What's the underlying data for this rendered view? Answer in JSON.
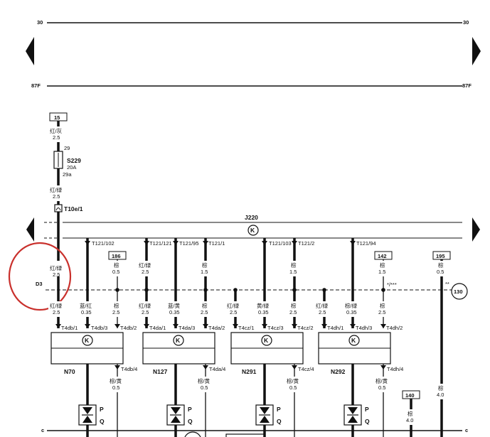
{
  "rails": {
    "top_left": "30",
    "top_right": "30",
    "mid_left": "87F",
    "mid_right": "87F",
    "bottom_left": "c",
    "bottom_right": "c"
  },
  "terminal_15": "15",
  "feed": {
    "w1_color": "红/灰",
    "w1_size": "2.5",
    "fuse_pin_in": "29",
    "fuse_label": "S229",
    "fuse_rating": "20A",
    "fuse_pin_out": "29a",
    "w2_color": "红/绿",
    "w2_size": "2.5",
    "connector": "T10e/1",
    "w3_color": "红/绿",
    "w3_size": "2.5",
    "w4_color": "红/绿",
    "w4_size": "2.5"
  },
  "ecu": {
    "label": "J220",
    "k_symbol": "K"
  },
  "ecu_pins": [
    "T121/102",
    "T121/121",
    "T121/95",
    "T121/1",
    "T121/103",
    "T121/2",
    "T121/94"
  ],
  "ref_boxes": [
    "186",
    "142",
    "195",
    "140"
  ],
  "small_wires": [
    {
      "color": "棕",
      "size": "0.5"
    },
    {
      "color": "红/绿",
      "size": "2.5"
    },
    {
      "color": "棕",
      "size": "1.5"
    },
    {
      "color": "棕",
      "size": "1.5"
    },
    {
      "color": "棕",
      "size": "1.5"
    },
    {
      "color": "棕",
      "size": "0.5"
    },
    {
      "color": "棕",
      "size": "4.0"
    }
  ],
  "lower_wires": [
    {
      "color": "蓝/红",
      "size": "0.35"
    },
    {
      "color": "棕",
      "size": "2.5"
    },
    {
      "color": "红/绿",
      "size": "2.5"
    },
    {
      "color": "蓝/黄",
      "size": "0.35"
    },
    {
      "color": "棕",
      "size": "2.5"
    },
    {
      "color": "红/绿",
      "size": "2.5"
    },
    {
      "color": "黄/绿",
      "size": "0.35"
    },
    {
      "color": "棕",
      "size": "2.5"
    },
    {
      "color": "红/绿",
      "size": "2.5"
    },
    {
      "color": "棕/绿",
      "size": "0.35"
    },
    {
      "color": "棕",
      "size": "2.5"
    }
  ],
  "dash_note": "*/***",
  "dash_note2": "**",
  "circle_refs": {
    "d3": "D3",
    "ref130": "130"
  },
  "modules": [
    {
      "name": "N70",
      "pins": [
        "T4db/1",
        "T4db/3",
        "T4db/2"
      ],
      "pin4": "T4db/4"
    },
    {
      "name": "N127",
      "pins": [
        "T4da/1",
        "T4da/3",
        "T4da/2"
      ],
      "pin4": "T4da/4"
    },
    {
      "name": "N291",
      "pins": [
        "T4cz/1",
        "T4cz/3",
        "T4cz/2"
      ],
      "pin4": "T4cz/4"
    },
    {
      "name": "N292",
      "pins": [
        "T4dh/1",
        "T4dh/3",
        "T4dh/2"
      ],
      "pin4": "T4dh/4"
    }
  ],
  "module_out_wire": {
    "color": "棕/黄",
    "size": "0.5"
  },
  "plug_labels": {
    "p": "P",
    "q": "Q"
  },
  "box140_wire": {
    "color": "棕",
    "size": "4.0"
  },
  "highlight_color": "#c9302c"
}
